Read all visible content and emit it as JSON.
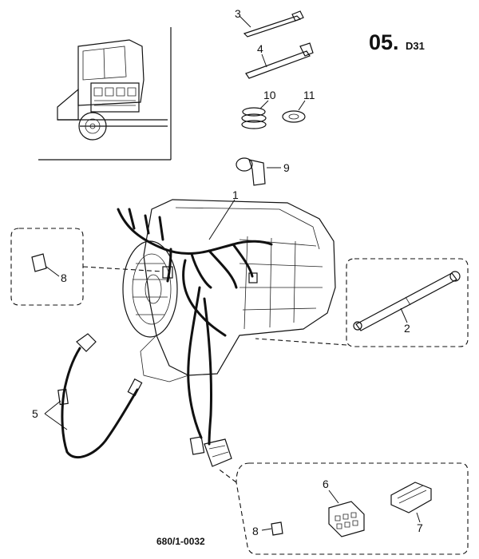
{
  "header": {
    "section_number": "05.",
    "section_code": "D31"
  },
  "footer": {
    "drawing_reference": "680/1-0032"
  },
  "callouts": [
    {
      "id": "part-1",
      "label": "1"
    },
    {
      "id": "part-2",
      "label": "2"
    },
    {
      "id": "part-3",
      "label": "3"
    },
    {
      "id": "part-4",
      "label": "4"
    },
    {
      "id": "part-5",
      "label": "5"
    },
    {
      "id": "part-6",
      "label": "6"
    },
    {
      "id": "part-7",
      "label": "7"
    },
    {
      "id": "part-8-left",
      "label": "8"
    },
    {
      "id": "part-8-bottom",
      "label": "8"
    },
    {
      "id": "part-9",
      "label": "9"
    },
    {
      "id": "part-10",
      "label": "10"
    },
    {
      "id": "part-11",
      "label": "11"
    }
  ]
}
